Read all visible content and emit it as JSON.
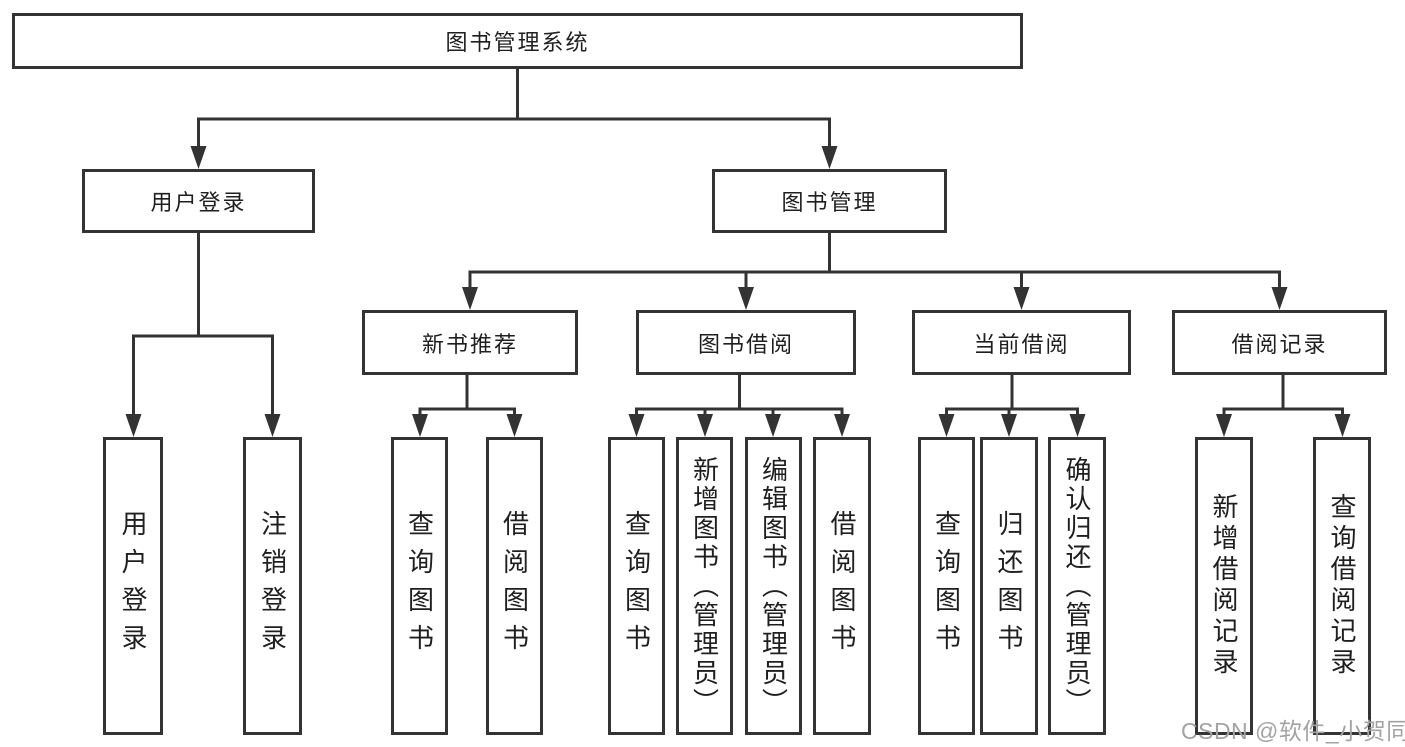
{
  "tree": {
    "root": {
      "label": "图书管理系统"
    },
    "level2": [
      {
        "label": "用户登录",
        "children": [
          {
            "label": "用户登录"
          },
          {
            "label": "注销登录"
          }
        ]
      },
      {
        "label": "图书管理",
        "children": [
          {
            "label": "新书推荐",
            "children": [
              {
                "label": "查询图书"
              },
              {
                "label": "借阅图书"
              }
            ]
          },
          {
            "label": "图书借阅",
            "children": [
              {
                "label": "查询图书"
              },
              {
                "label": "新增图书（管理员）"
              },
              {
                "label": "编辑图书（管理员）"
              },
              {
                "label": "借阅图书"
              }
            ]
          },
          {
            "label": "当前借阅",
            "children": [
              {
                "label": "查询图书"
              },
              {
                "label": "归还图书"
              },
              {
                "label": "确认归还（管理员）"
              }
            ]
          },
          {
            "label": "借阅记录",
            "children": [
              {
                "label": "新增借阅记录"
              },
              {
                "label": "查询借阅记录"
              }
            ]
          }
        ]
      }
    ]
  },
  "watermark": {
    "text": "CSDN @软件_小贺同学"
  },
  "colors": {
    "line": "#333333",
    "box_border": "#333333",
    "text": "#1f1f1f",
    "background": "#ffffff",
    "watermark": "#a3a3a3"
  }
}
